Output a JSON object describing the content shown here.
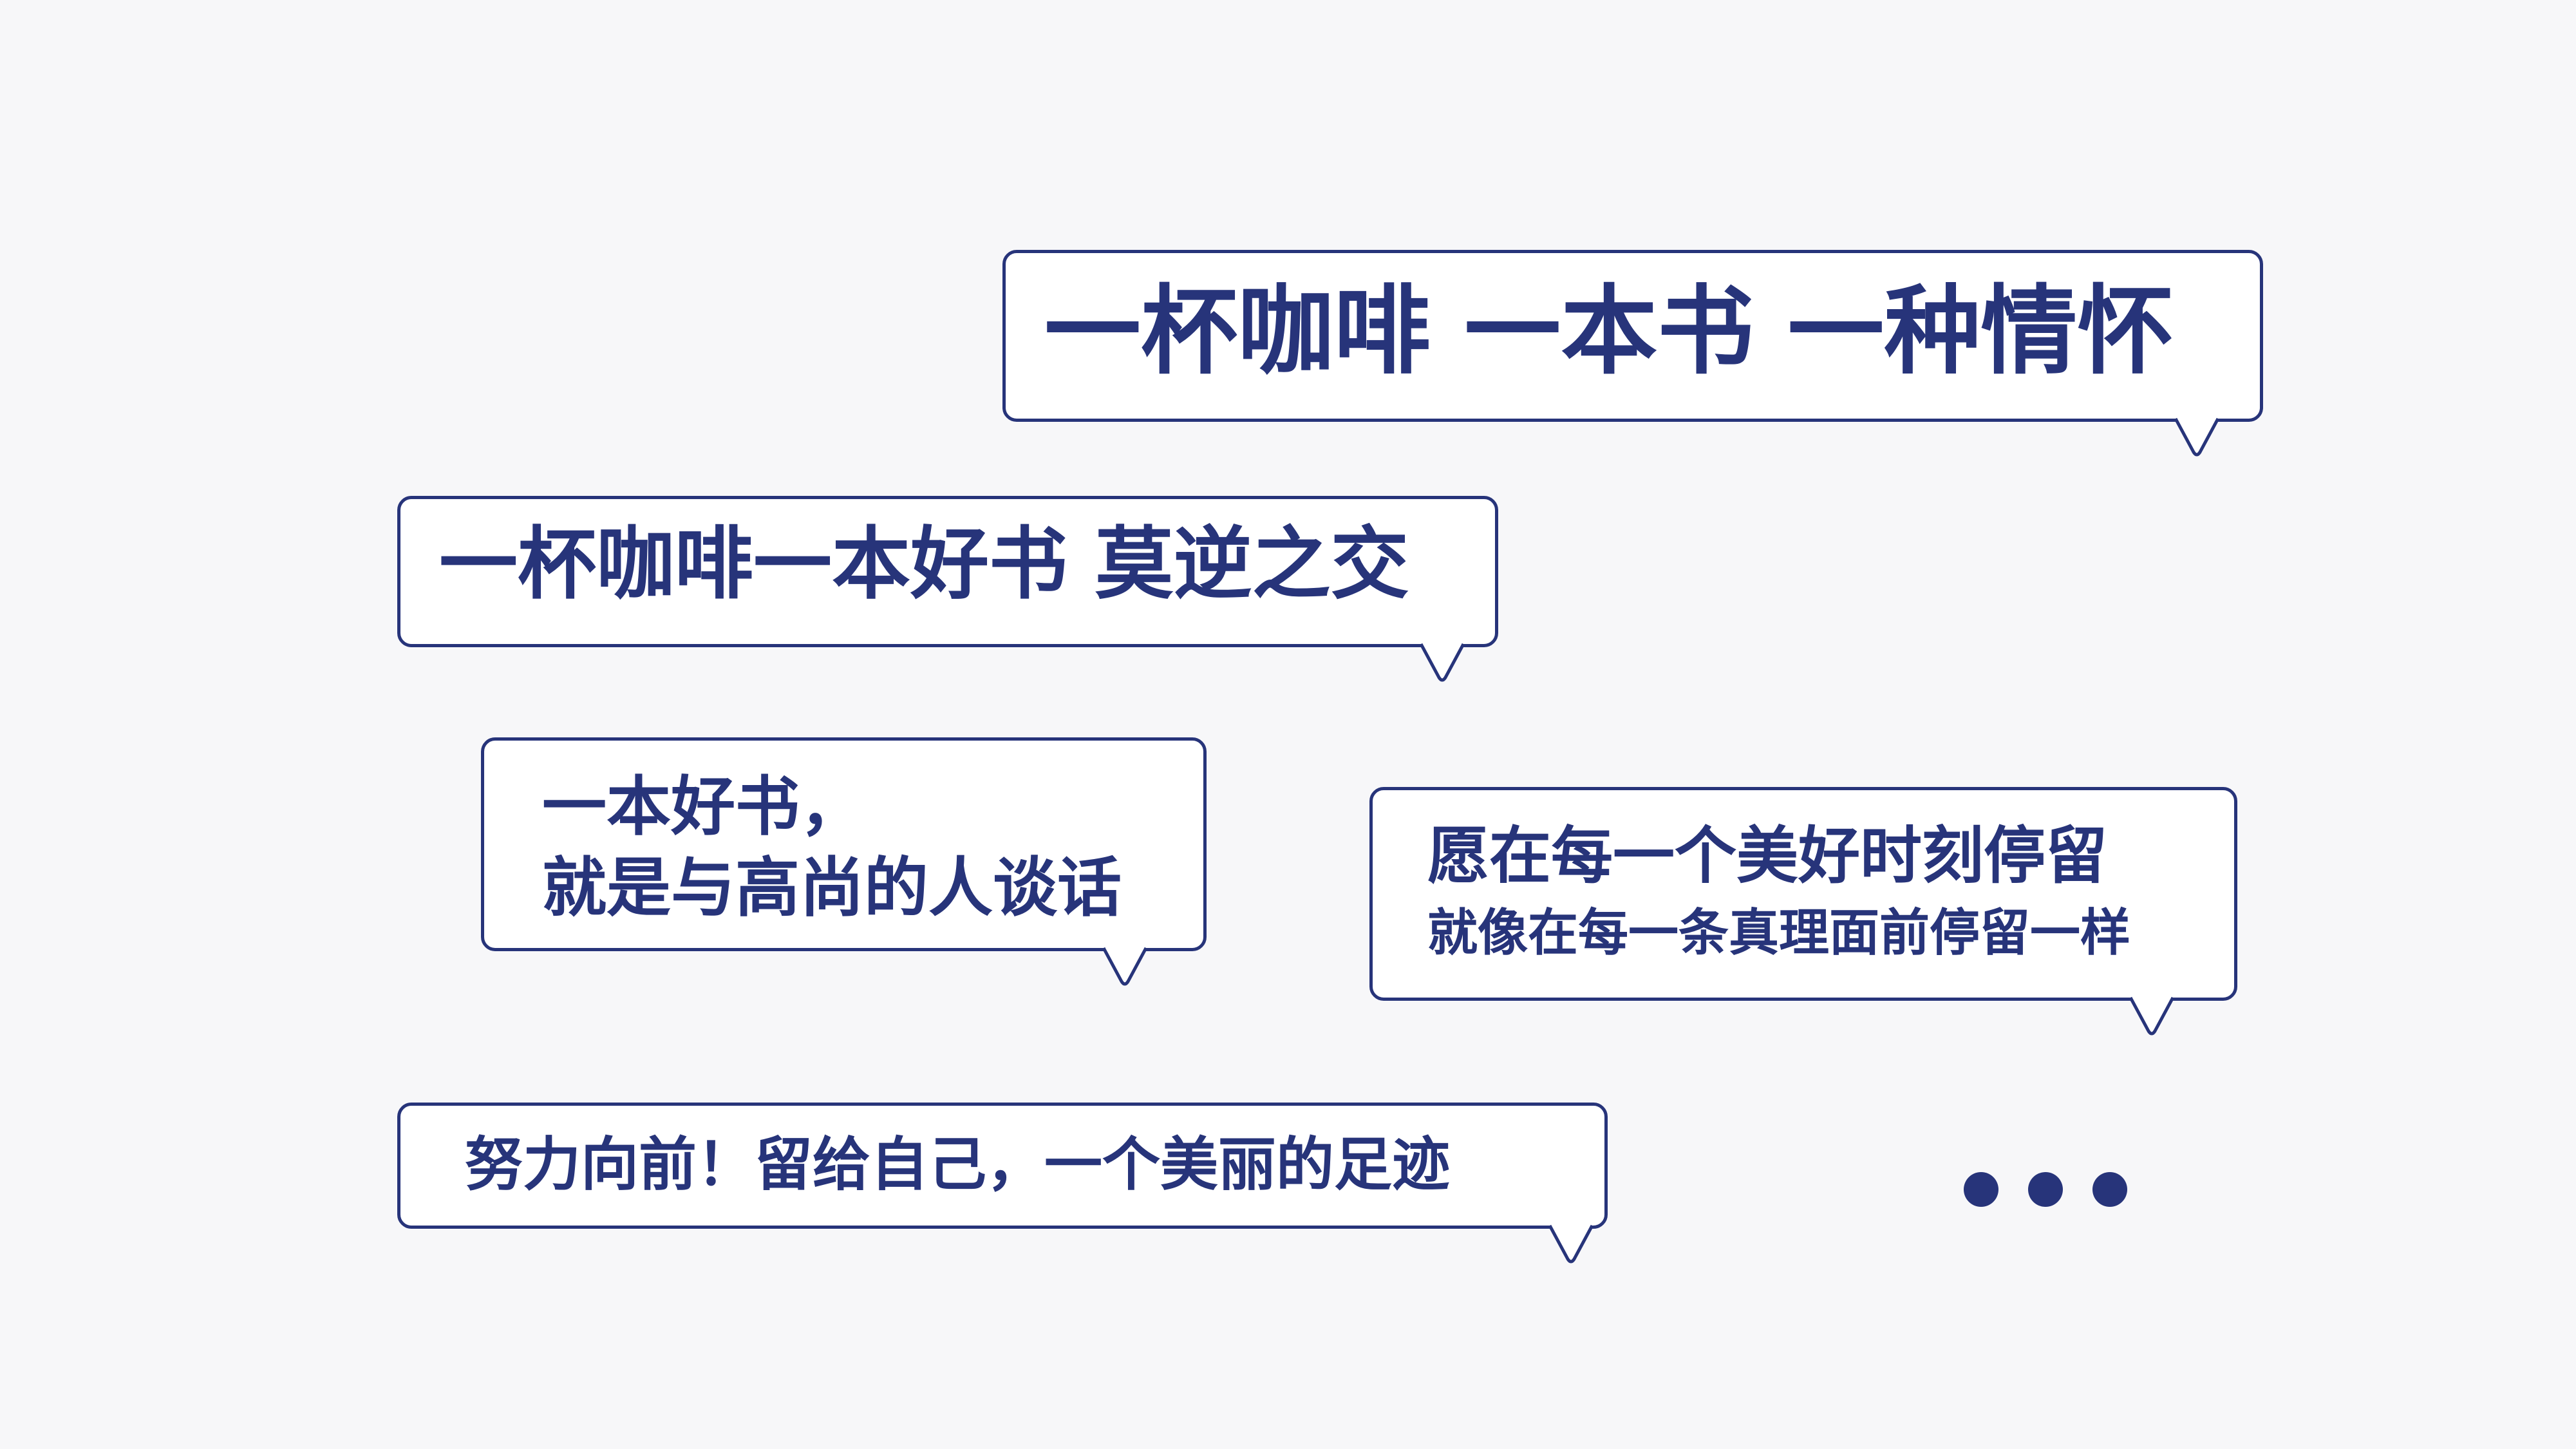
{
  "bubbles": {
    "b1": {
      "line1": "一杯咖啡 一本书 一种情怀"
    },
    "b2": {
      "line1": "一杯咖啡一本好书 莫逆之交"
    },
    "b3": {
      "line1": "一本好书，",
      "line2": "就是与高尚的人谈话"
    },
    "b4": {
      "line1": "愿在每一个美好时刻停留",
      "line2": "就像在每一条真理面前停留一样"
    },
    "b5": {
      "line1": "努力向前！留给自己，一个美丽的足迹"
    }
  },
  "colors": {
    "primary": "#27347a",
    "background": "#f7f7f9",
    "bubble_fill": "#ffffff"
  },
  "icons": {
    "ellipsis": "three-dots-icon"
  }
}
